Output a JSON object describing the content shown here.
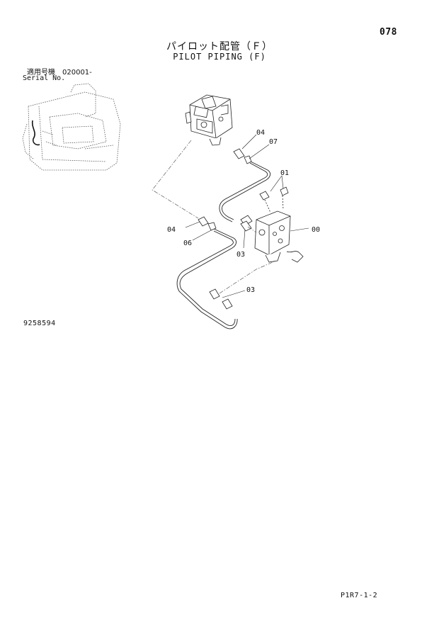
{
  "page_number": "078",
  "title_japanese": "パイロット配管（Ｆ）",
  "title_english": "PILOT PIPING (F)",
  "serial_label_japanese": "適用号機　020001-",
  "serial_label_english": "Serial No.",
  "drawing_number": "9258594",
  "footer_code": "P1R7-1-2",
  "callouts": {
    "c04_top": "04",
    "c07": "07",
    "c01": "01",
    "c00": "00",
    "c04_left": "04",
    "c06": "06",
    "c03_mid": "03",
    "c03_bottom": "03"
  }
}
